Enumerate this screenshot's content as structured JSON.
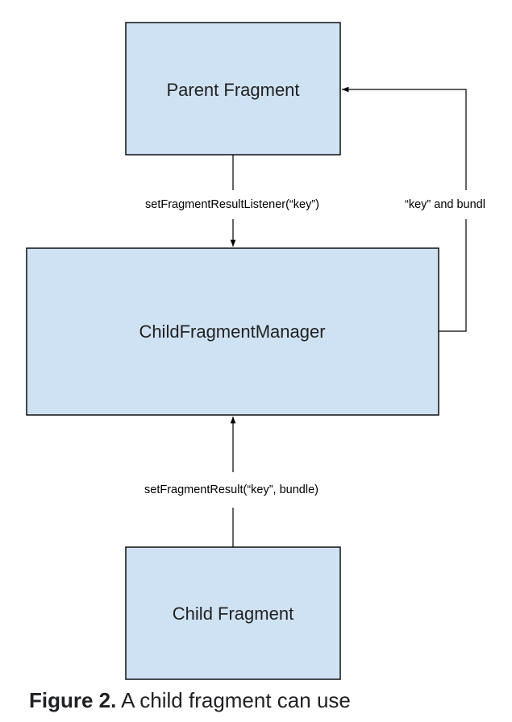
{
  "diagram": {
    "nodes": {
      "parent": {
        "label": "Parent Fragment"
      },
      "manager": {
        "label": "ChildFragmentManager"
      },
      "child": {
        "label": "Child Fragment"
      }
    },
    "edges": {
      "parent_to_manager": {
        "label": "setFragmentResultListener(“key”)"
      },
      "manager_to_parent": {
        "label": "“key” and bundl"
      },
      "child_to_manager": {
        "label": "setFragmentResult(“key”, bundle)"
      }
    },
    "colors": {
      "box_fill": "#cfe2f3",
      "stroke": "#000000"
    }
  },
  "caption": {
    "prefix": "Figure 2.",
    "text": " A child fragment can use"
  }
}
